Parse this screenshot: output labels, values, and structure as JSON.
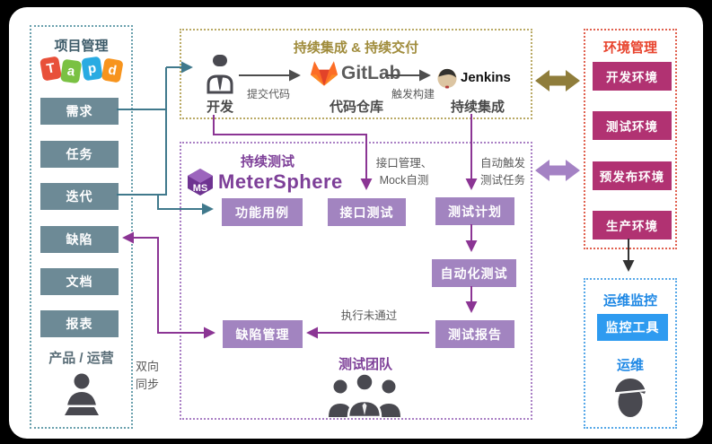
{
  "project": {
    "title": "项目管理",
    "logo_letters": [
      "T",
      "a",
      "p",
      "d"
    ],
    "items": [
      "需求",
      "任务",
      "迭代",
      "缺陷",
      "文档",
      "报表"
    ],
    "role": "产品 / 运营"
  },
  "ci": {
    "title": "持续集成 & 持续交付",
    "dev": "开发",
    "commit": "提交代码",
    "gitlab": "GitLab",
    "repo": "代码仓库",
    "trigger": "触发构建",
    "jenkins": "Jenkins",
    "integration": "持续集成"
  },
  "test": {
    "title": "持续测试",
    "logo": "MeterSphere",
    "logo_badge": "MS",
    "functional": "功能用例",
    "api": "接口测试",
    "plan": "测试计划",
    "auto": "自动化测试",
    "report": "测试报告",
    "defect": "缺陷管理",
    "api_note_line1": "接口管理、",
    "api_note_line2": "Mock自测",
    "trigger_note_line1": "自动触发",
    "trigger_note_line2": "测试任务",
    "fail_note": "执行未通过",
    "team": "测试团队"
  },
  "sync": {
    "line1": "双向",
    "line2": "同步"
  },
  "env": {
    "title": "环境管理",
    "items": [
      "开发环境",
      "测试环境",
      "预发布环境",
      "生产环境"
    ]
  },
  "ops": {
    "title": "运维监控",
    "tool": "监控工具",
    "role": "运维"
  },
  "icons": {
    "developer": "person-tie-icon",
    "product_role": "person-laptop-icon",
    "team": "people-group-icon",
    "ops_role": "worker-helmet-icon",
    "gitlab": "gitlab-fox-icon",
    "jenkins": "jenkins-butler-icon",
    "metersphere": "purple-cube-icon",
    "tapd": "tapd-tiles-icon"
  },
  "colors": {
    "slate_box": "#6d8a96",
    "teal_line": "#40798c",
    "purple_box": "#a284c0",
    "purple_line": "#8b3594",
    "purple_title": "#7d3f98",
    "magenta_box": "#b13272",
    "env_title": "#e8442e",
    "blue_box": "#2e9bf0",
    "blue_title": "#1e88e5",
    "olive_arrow": "#8f7d3b",
    "olive_title": "#a08c3c",
    "double_purple": "#a482c4"
  }
}
